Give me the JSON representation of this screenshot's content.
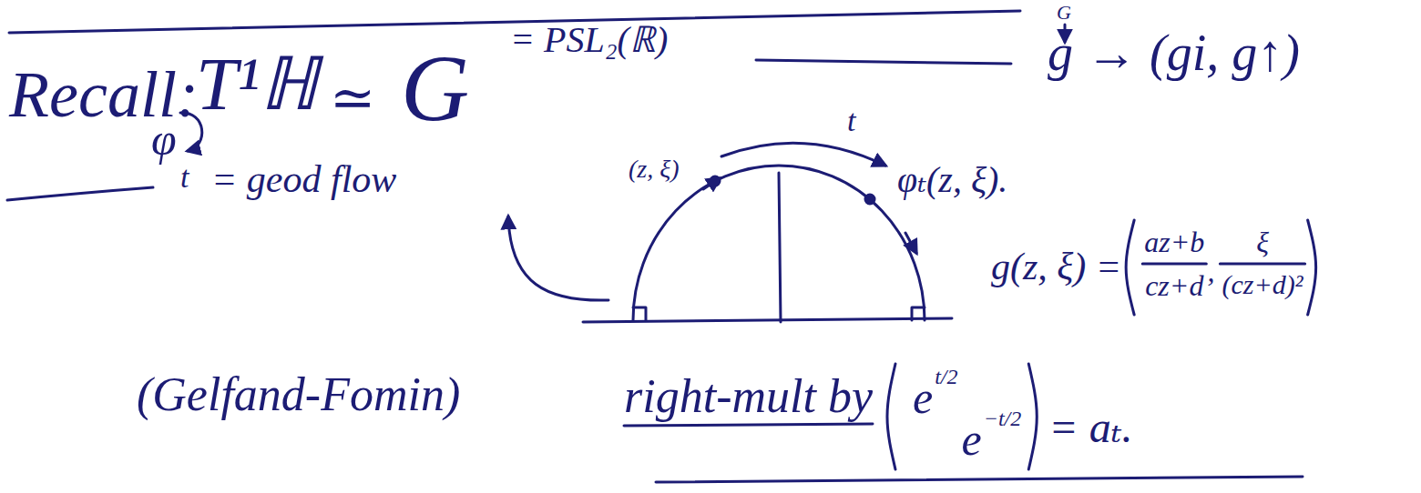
{
  "diagram": {
    "labels": [
      "Recall:",
      "T¹ℍ",
      "≃",
      "G",
      "= PSL₂(ℝ)",
      "G",
      "g → (gi, g↑)",
      "φ",
      "t",
      "= geod flow",
      "(z, ξ)",
      "t",
      "φₜ(z, ξ).",
      "g(z, ξ) =",
      "az+b",
      "cz+d",
      ",",
      "ξ",
      "(cz+d)²",
      "(Gelfand-Fomin)",
      "right-mult by",
      "e",
      "t/2",
      "e",
      "−t/2",
      "= aₜ."
    ]
  }
}
